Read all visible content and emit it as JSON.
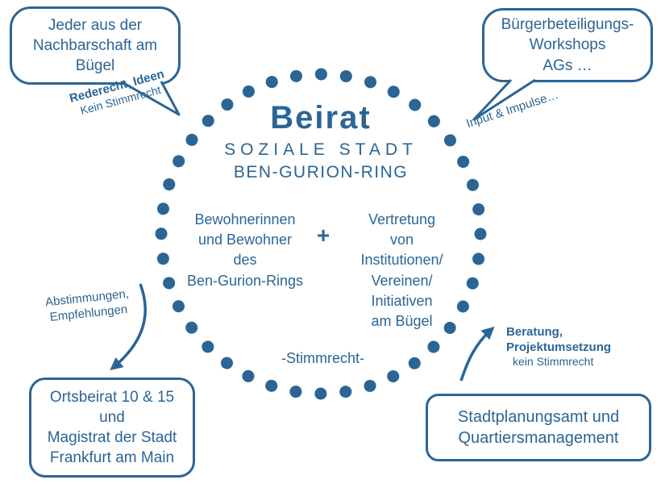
{
  "colors": {
    "accent_blue": "#2b6596"
  },
  "ring": {
    "title": "Beirat",
    "subtitle_line1": "SOZIALE STADT",
    "subtitle_line2": "BEN-GURION-RING",
    "left_group": "Bewohnerinnen\nund Bewohner\ndes\nBen-Gurion-Rings",
    "plus_sign": "+",
    "right_group": "Vertretung\nvon\nInstitutionen/\nVereinen/\nInitiativen\nam Bügel",
    "voting_note": "-Stimmrecht-"
  },
  "bubbles": {
    "top_left": "Jeder aus der\nNachbarschaft am\nBügel",
    "top_right": "Bürgerbeteiligungs-\nWorkshops\nAGs …"
  },
  "boxes": {
    "bottom_left": "Ortsbeirat 10 & 15\nund\nMagistrat der Stadt\nFrankfurt am Main",
    "bottom_right": "Stadtplanungsamt und\nQuartiersmanagement"
  },
  "annotations": {
    "top_left_bold": "Rederecht, Ideen",
    "top_left_note": "Kein Stimmrecht",
    "top_right_bold": "Input & Impulse…",
    "bottom_left_bold": "Abstimmungen,\nEmpfehlungen",
    "bottom_right_bold": "Beratung,\nProjektumsetzung",
    "bottom_right_note": "kein Stimmrecht"
  }
}
